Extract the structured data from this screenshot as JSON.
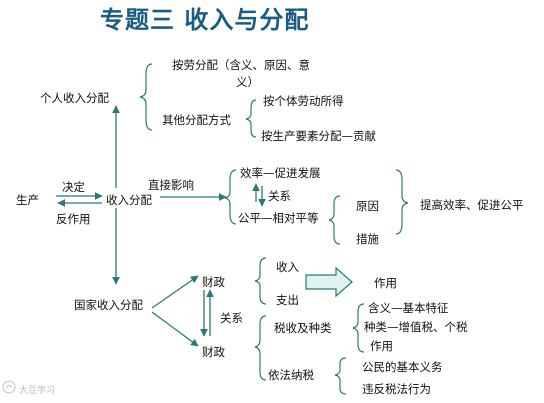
{
  "title": "专题三  收入与分配",
  "nodes": {
    "personal_income": "个人收入分配",
    "labor_dist": "按劳分配（含义、原因、意",
    "labor_dist_cont": "义）",
    "other_methods": "其他分配方式",
    "individual_labor": "按个体劳动所得",
    "factors_contribution": "按生产要素分配—贡献",
    "production": "生产",
    "decides": "决定",
    "counteracts": "反作用",
    "income_distribution": "收入分配",
    "direct_impact": "直接影响",
    "efficiency": "效率—促进发展",
    "relation_1": "关系",
    "fairness": "公平—相对平等",
    "reason": "原因",
    "measures": "措施",
    "improve_both": "提高效率、促进公平",
    "national_income": "国家收入分配",
    "finance_1": "财政",
    "finance_2": "财政",
    "relation_2": "关系",
    "revenue": "收入",
    "expenditure": "支出",
    "function": "作用",
    "taxation": "税收及种类",
    "tax_meaning": "含义—基本特征",
    "tax_types": "种类—增值税、个税",
    "tax_function": "作用",
    "pay_tax_law": "依法纳税",
    "civic_duty": "公民的基本义务",
    "tax_violation": "违反税法行为"
  },
  "watermark": "大豆学习"
}
